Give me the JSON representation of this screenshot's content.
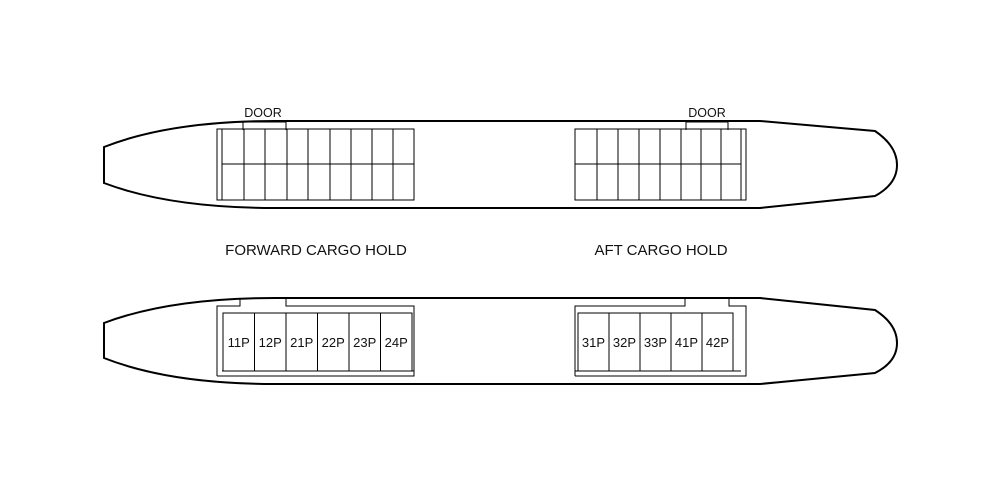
{
  "labels": {
    "door_forward": "DOOR",
    "door_aft": "DOOR",
    "forward_hold": "FORWARD CARGO HOLD",
    "aft_hold": "AFT CARGO HOLD"
  },
  "positions": {
    "forward": [
      "11P",
      "12P",
      "21P",
      "22P",
      "23P",
      "24P"
    ],
    "aft": [
      "31P",
      "32P",
      "33P",
      "41P",
      "42P"
    ]
  },
  "colors": {
    "stroke": "#000000",
    "background": "#ffffff"
  }
}
